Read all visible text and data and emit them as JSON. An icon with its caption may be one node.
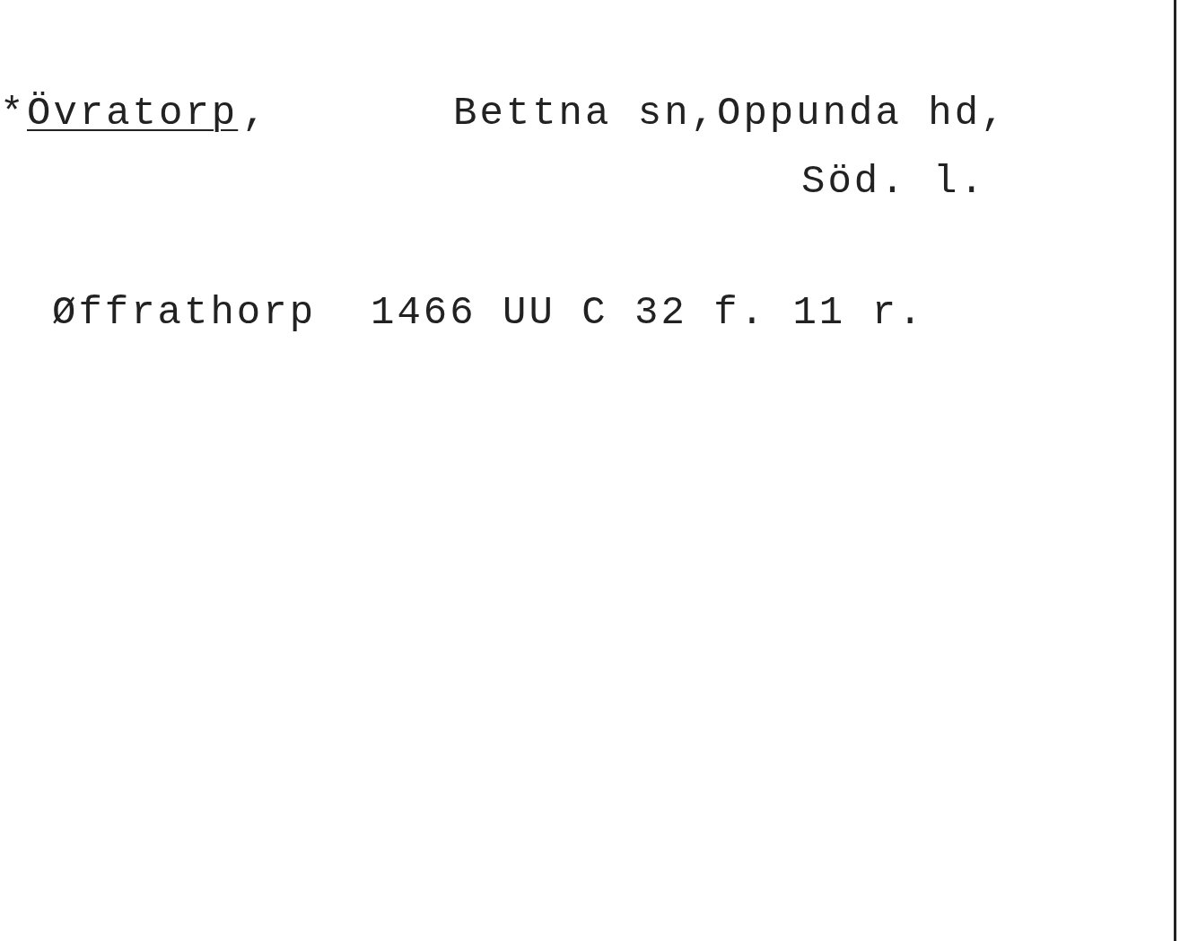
{
  "diagram": {
    "labels": [
      "*",
      "Övratorp",
      ",",
      "Bettna sn,Oppunda hd,",
      "Söd. l.",
      "Øffrathorp",
      "1466 UU C 32 f. 11 r."
    ]
  }
}
